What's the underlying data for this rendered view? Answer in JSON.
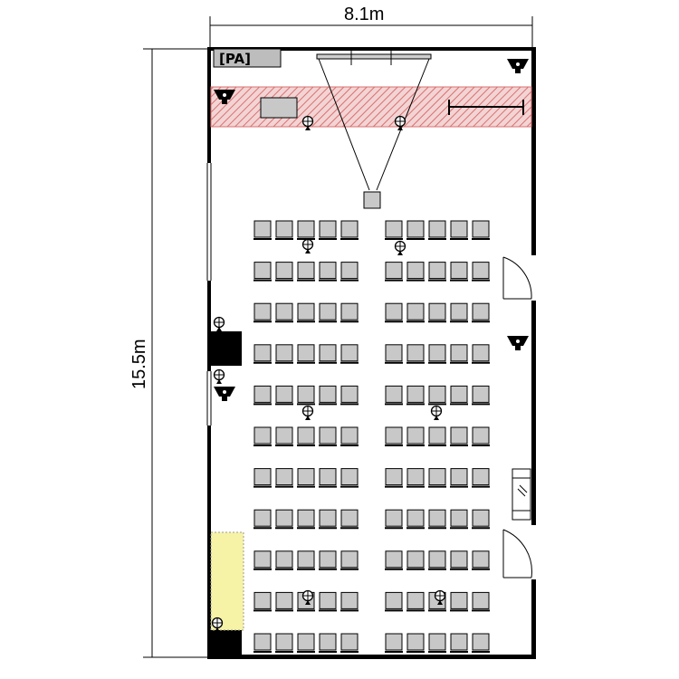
{
  "dimensions": {
    "width_label": "8.1m",
    "depth_label": "15.5m"
  },
  "pa_label": "[PA]",
  "colors": {
    "stage_hatch": "#d97070",
    "stage_fill": "#f3d4d4",
    "chair_fill": "#c8c8c8",
    "yellow_area": "#f7f3a6",
    "wall": "#000000"
  },
  "seating": {
    "rows": 11,
    "seats_per_block": 5,
    "blocks": 2
  },
  "icons": [
    "speaker-icon",
    "light-icon",
    "projector-icon",
    "door-icon"
  ]
}
